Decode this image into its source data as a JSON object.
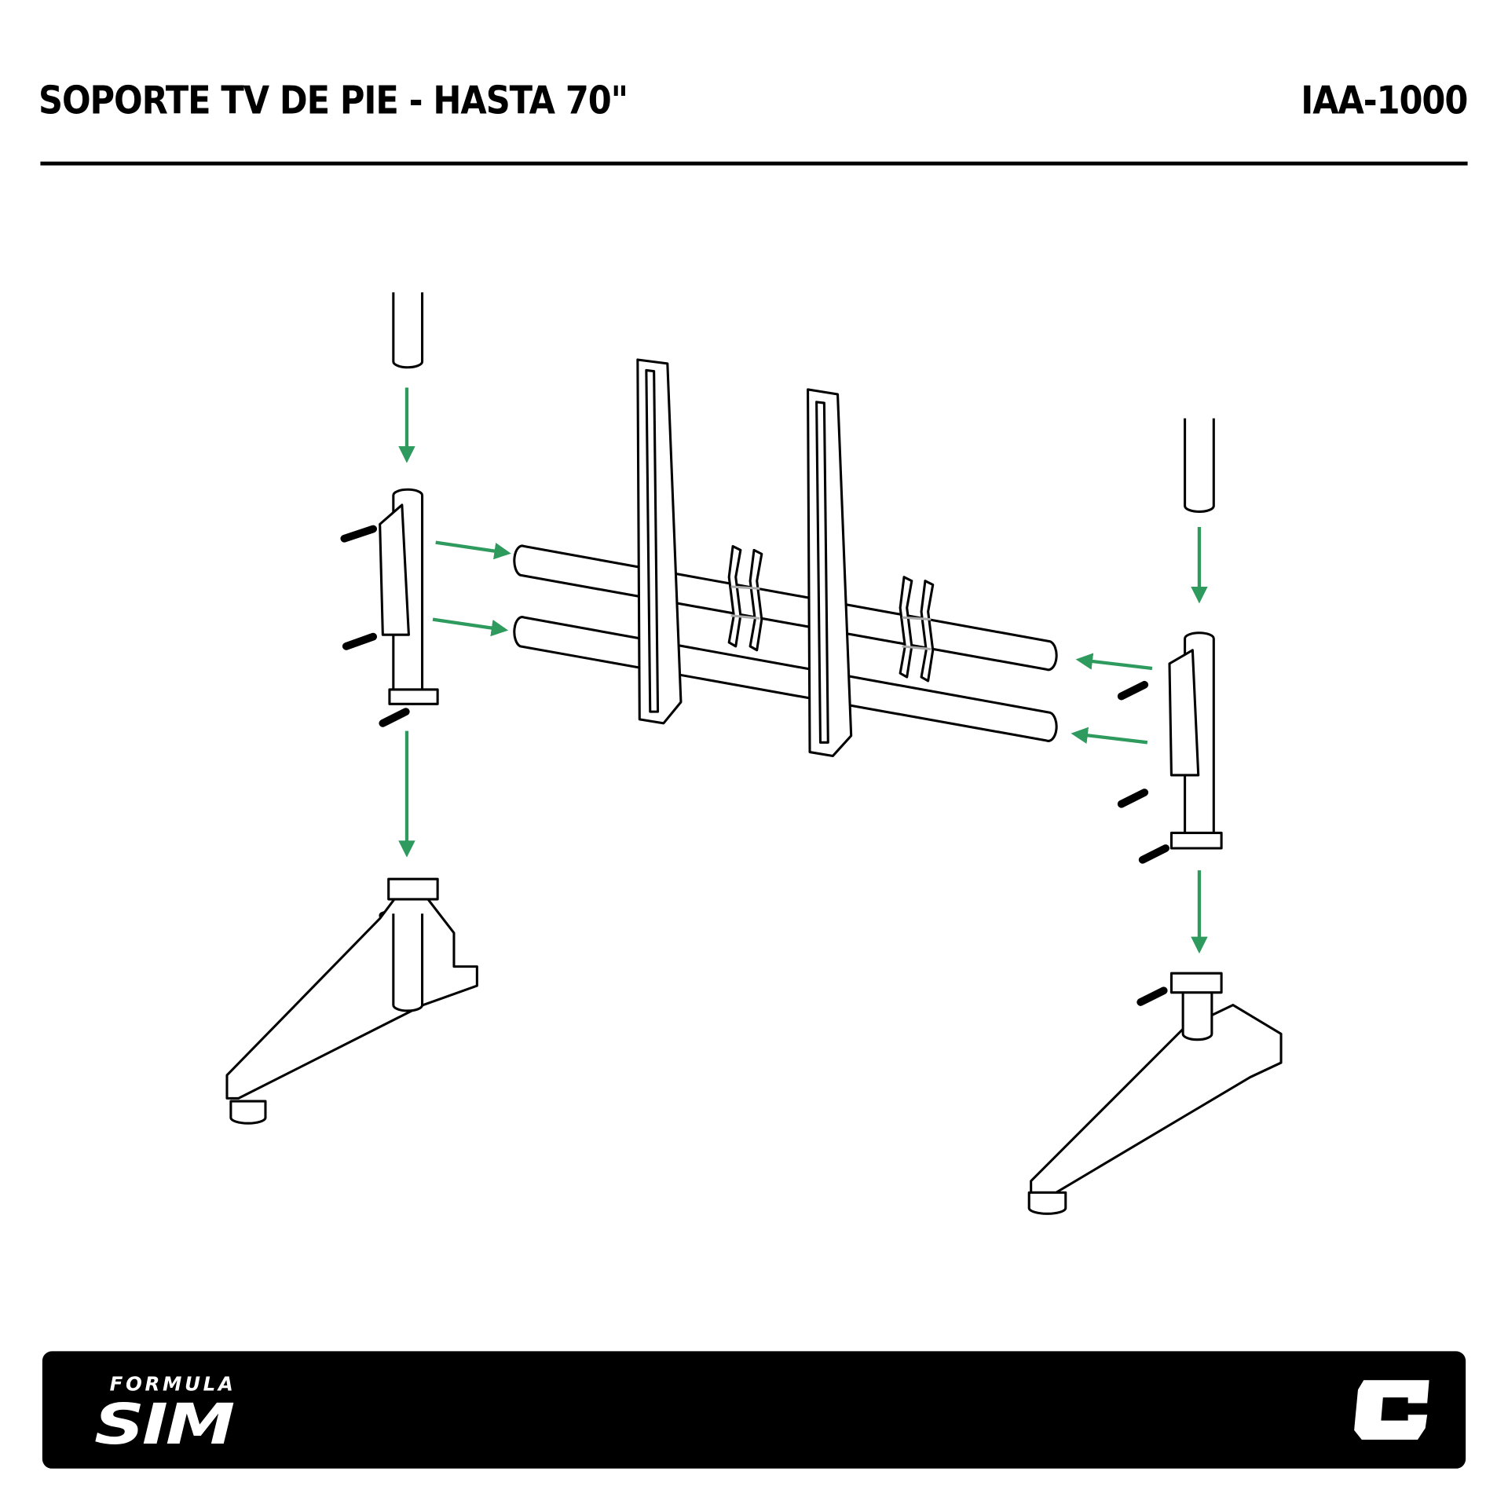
{
  "header": {
    "title": "SOPORTE TV DE PIE - HASTA 70\"",
    "model": "IAA-1000"
  },
  "footer": {
    "brand_line1": "FORMULA",
    "brand_line2": "SIM",
    "logo_icon": "c-logo-icon"
  },
  "colors": {
    "arrow": "#2e9a5e",
    "line": "#000000",
    "hidden": "#aaaaaa",
    "footer_bg": "#000000"
  }
}
